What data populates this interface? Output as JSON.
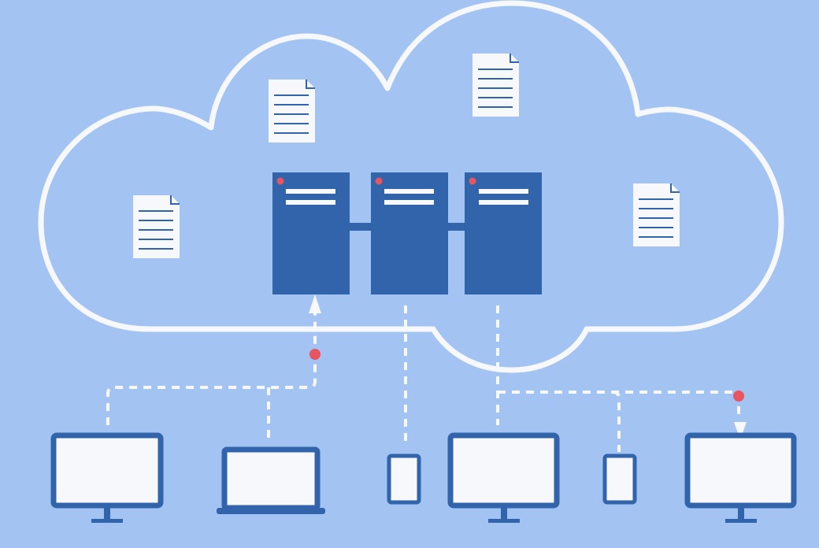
{
  "diagram": {
    "colors": {
      "background": "#a3c3f2",
      "cloud_outline": "#f6f8fb",
      "server_blue": "#3264ab",
      "server_stripe": "#f6f8fb",
      "server_led": "#e8545f",
      "device_frame": "#3264ab",
      "device_screen": "#f6f8fb",
      "document_paper": "#f6f8fb",
      "document_lines": "#3264ab",
      "connector": "#f6f8fb",
      "node_dot": "#e8545f"
    },
    "elements": {
      "cloud": "cloud-outline",
      "servers": [
        "server-1",
        "server-2",
        "server-3"
      ],
      "documents": [
        "document-1",
        "document-2",
        "document-3",
        "document-4"
      ],
      "devices": [
        "desktop-monitor",
        "laptop",
        "tablet",
        "desktop-monitor",
        "tablet",
        "desktop-monitor"
      ]
    }
  }
}
